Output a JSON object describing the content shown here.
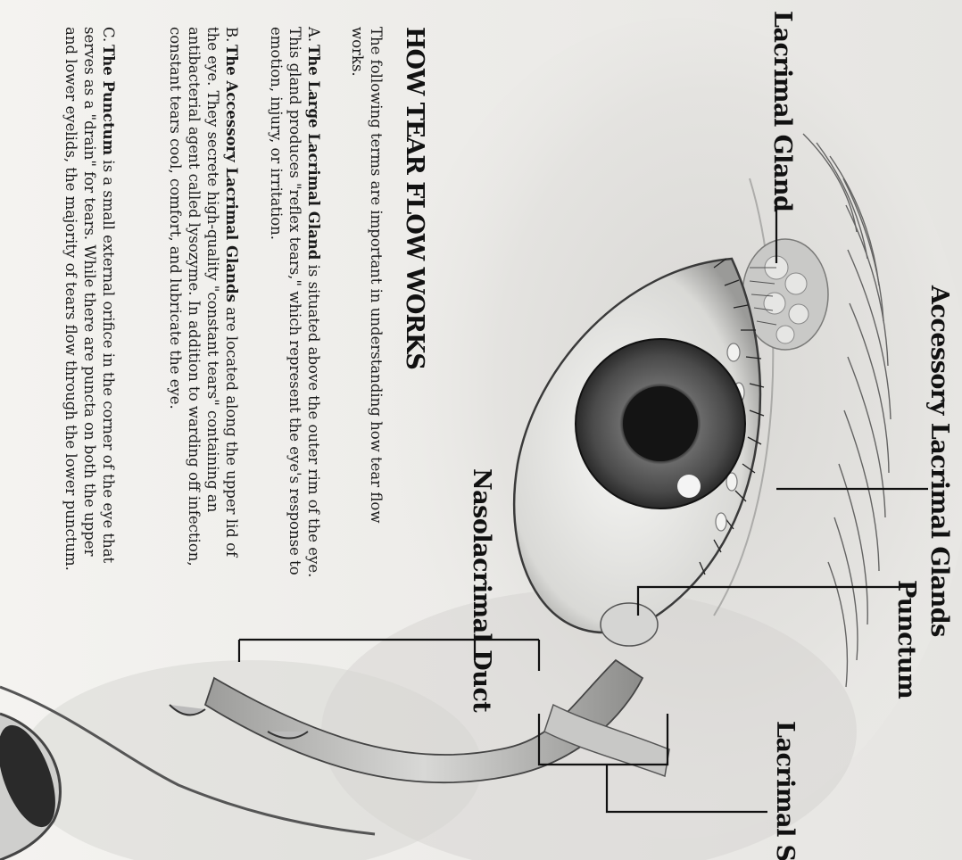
{
  "labels": {
    "lacrimal_gland": "Lacrimal Gland",
    "accessory_lacrimal_glands": "Accessory Lacrimal Glands",
    "nasolacrimal_duct": "Nasolacrimal Duct",
    "punctum": "Punctum",
    "lacrimal_sac": "Lacrimal Sac"
  },
  "article": {
    "title": "HOW TEAR FLOW WORKS",
    "intro": "The following terms are important in understanding how tear flow works.",
    "items": [
      {
        "letter": "A.",
        "term": "The Large Lacrimal Gland",
        "text": " is situated above the outer rim of the eye. This gland produces \"reflex tears,\" which represent the eye's response to emotion, injury, or irritation."
      },
      {
        "letter": "B.",
        "term": "The Accessory Lacrimal Glands",
        "text": " are located along the upper lid of the eye. They secrete high-quality \"constant tears\" containing an antibacterial agent called lysozyme. In addition to warding off infection, constant tears cool, comfort, and lubricate the eye."
      },
      {
        "letter": "C.",
        "term": "The Punctum",
        "text": " is a small external orifice in the corner of the eye that serves as a \"drain\" for tears. While there are puncta on both the upper and lower eyelids, the majority of tears flow through the lower punctum."
      }
    ]
  },
  "colors": {
    "ink": "#111111",
    "iris": "#555555",
    "pupil": "#1c1c1c"
  }
}
